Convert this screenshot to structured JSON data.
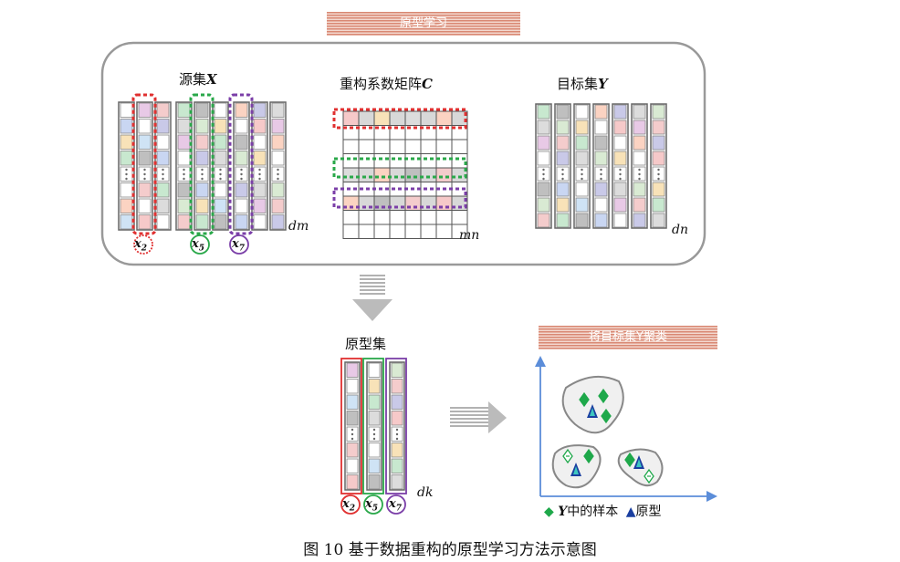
{
  "banners": {
    "top": "原型学习",
    "right": "将目标集Y聚类"
  },
  "labels": {
    "source_set": {
      "prefix": "源集",
      "var": "X"
    },
    "coef_matrix": {
      "prefix": "重构系数矩阵",
      "var": "C"
    },
    "target_set": {
      "prefix": "目标集",
      "var": "Y"
    },
    "prototype_set": "原型集"
  },
  "dimensions": {
    "source": "dm",
    "coef": "mn",
    "target": "dn",
    "prototype": "dk"
  },
  "selected_columns": [
    {
      "label": "x",
      "sub": "2",
      "color": "#e03030"
    },
    {
      "label": "x",
      "sub": "5",
      "color": "#2aa84a"
    },
    {
      "label": "x",
      "sub": "7",
      "color": "#7b3fa8"
    }
  ],
  "legend": {
    "sample_prefix": "Y",
    "sample_text": "中的样本",
    "prototype_text": "原型"
  },
  "caption": "图 10    基于数据重构的原型学习方法示意图",
  "colors": {
    "red": "#e03030",
    "green": "#2aa84a",
    "purple": "#7b3fa8",
    "axis": "#5b8dd9",
    "diamond": "#1ea84a",
    "triangle": "#1a3fa0",
    "cell_border": "#555555"
  }
}
